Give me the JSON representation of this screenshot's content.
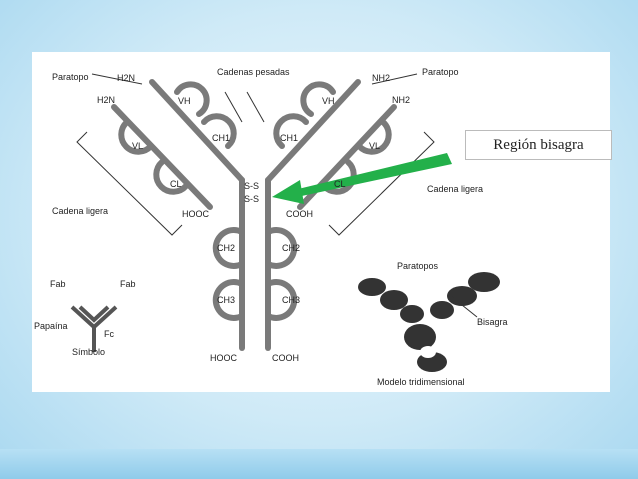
{
  "labels": {
    "cadenas_pesadas": "Cadenas pesadas",
    "paratopo_left": "Paratopo",
    "paratopo_right": "Paratopo",
    "h2n_1": "H2N",
    "h2n_2": "H2N",
    "nh2_1": "NH2",
    "nh2_2": "NH2",
    "vh_left": "VH",
    "vh_right": "VH",
    "vl_left": "VL",
    "vl_right": "VL",
    "ch1_left": "CH1",
    "ch1_right": "CH1",
    "cl_left": "CL",
    "cl_right": "CL",
    "ch2_left": "CH2",
    "ch2_right": "CH2",
    "ch3_left": "CH3",
    "ch3_right": "CH3",
    "hooc_top": "HOOC",
    "cooh_top": "COOH",
    "hooc_bottom": "HOOC",
    "cooh_bottom": "COOH",
    "cadena_ligera_left": "Cadena ligera",
    "cadena_ligera_right": "Cadena ligera",
    "ss": "S-S",
    "fab_left": "Fab",
    "fab_right": "Fab",
    "papaina": "Papaína",
    "fc": "Fc",
    "simbolo": "Símbolo",
    "paratopos": "Paratopos",
    "bisagra": "Bisagra",
    "modelo": "Modelo tridimensional"
  },
  "callout": {
    "text": "Región bisagra"
  },
  "colors": {
    "arrow": "#23b04a",
    "chain": "#7a7a7a",
    "ink": "#222222"
  }
}
